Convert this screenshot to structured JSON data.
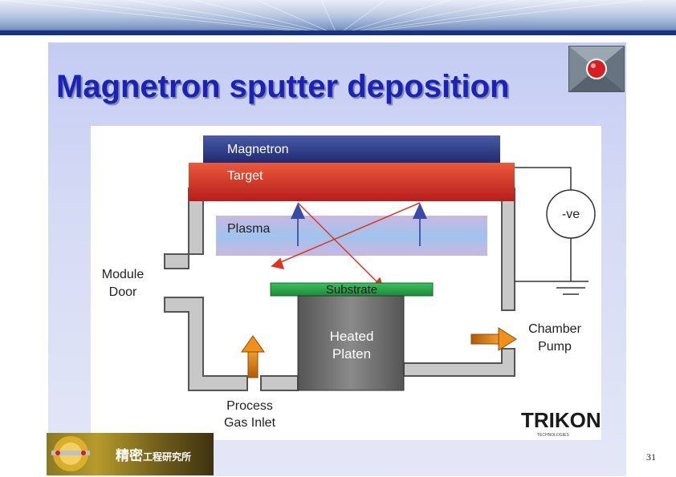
{
  "slide": {
    "title": "Magnetron sputter deposition",
    "page_number": "31"
  },
  "diagram": {
    "labels": {
      "magnetron": "Magnetron",
      "target": "Target",
      "plasma": "Plasma",
      "substrate": "Substrate",
      "heated_platen_line1": "Heated",
      "heated_platen_line2": "Platen",
      "module_door_line1": "Module",
      "module_door_line2": "Door",
      "process_gas_line1": "Process",
      "process_gas_line2": "Gas Inlet",
      "chamber_pump_line1": "Chamber",
      "chamber_pump_line2": "Pump",
      "power_supply": "-ve",
      "brand": "Trikon",
      "brand_sub": "TECHNOLOGIES"
    },
    "colors": {
      "magnetron": "#2c3a8c",
      "target": "#d0302a",
      "plasma": "#b8a9d8",
      "substrate": "#2aa84a",
      "platen": "#6b6b6b",
      "chamber_wall": "#c8c8c8",
      "arrow_red": "#e0321e",
      "arrow_orange": "#e07a10"
    }
  },
  "footer": {
    "logo_text": "精密",
    "logo_text_small": "工程研究所"
  }
}
